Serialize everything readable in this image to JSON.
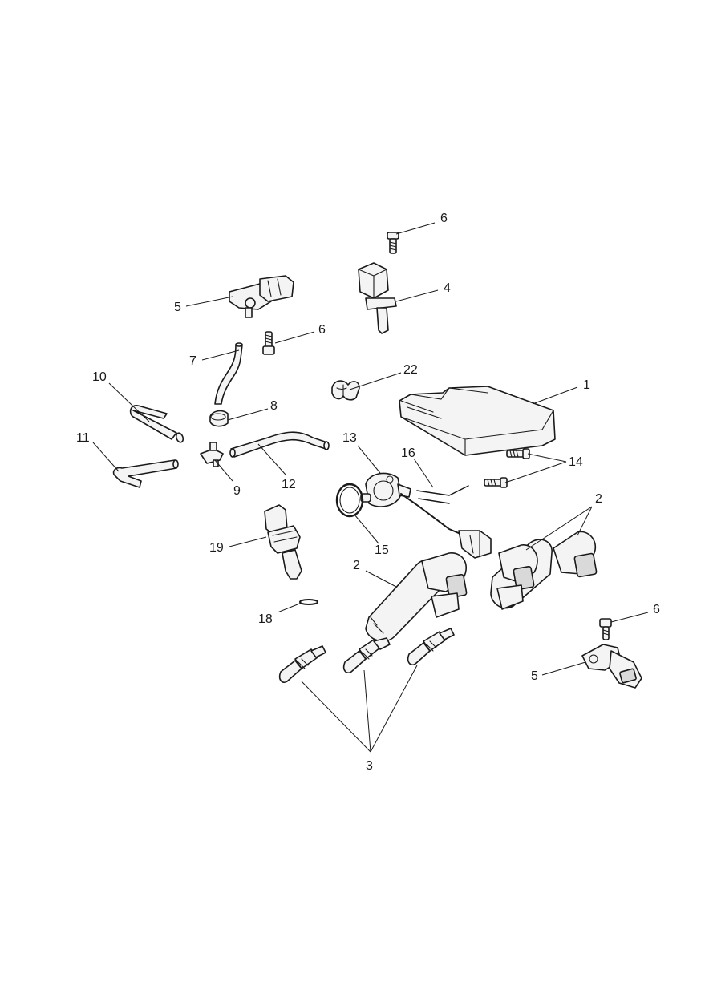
{
  "callouts": [
    {
      "id": "c-6a",
      "label": "6"
    },
    {
      "id": "c-4",
      "label": "4"
    },
    {
      "id": "c-5a",
      "label": "5"
    },
    {
      "id": "c-6b",
      "label": "6"
    },
    {
      "id": "c-7",
      "label": "7"
    },
    {
      "id": "c-22",
      "label": "22"
    },
    {
      "id": "c-1",
      "label": "1"
    },
    {
      "id": "c-10",
      "label": "10"
    },
    {
      "id": "c-8",
      "label": "8"
    },
    {
      "id": "c-11",
      "label": "11"
    },
    {
      "id": "c-13",
      "label": "13"
    },
    {
      "id": "c-16",
      "label": "16"
    },
    {
      "id": "c-14",
      "label": "14"
    },
    {
      "id": "c-9",
      "label": "9"
    },
    {
      "id": "c-12",
      "label": "12"
    },
    {
      "id": "c-2a",
      "label": "2"
    },
    {
      "id": "c-15",
      "label": "15"
    },
    {
      "id": "c-19",
      "label": "19"
    },
    {
      "id": "c-2b",
      "label": "2"
    },
    {
      "id": "c-6c",
      "label": "6"
    },
    {
      "id": "c-18",
      "label": "18"
    },
    {
      "id": "c-5b",
      "label": "5"
    },
    {
      "id": "c-3",
      "label": "3"
    }
  ]
}
